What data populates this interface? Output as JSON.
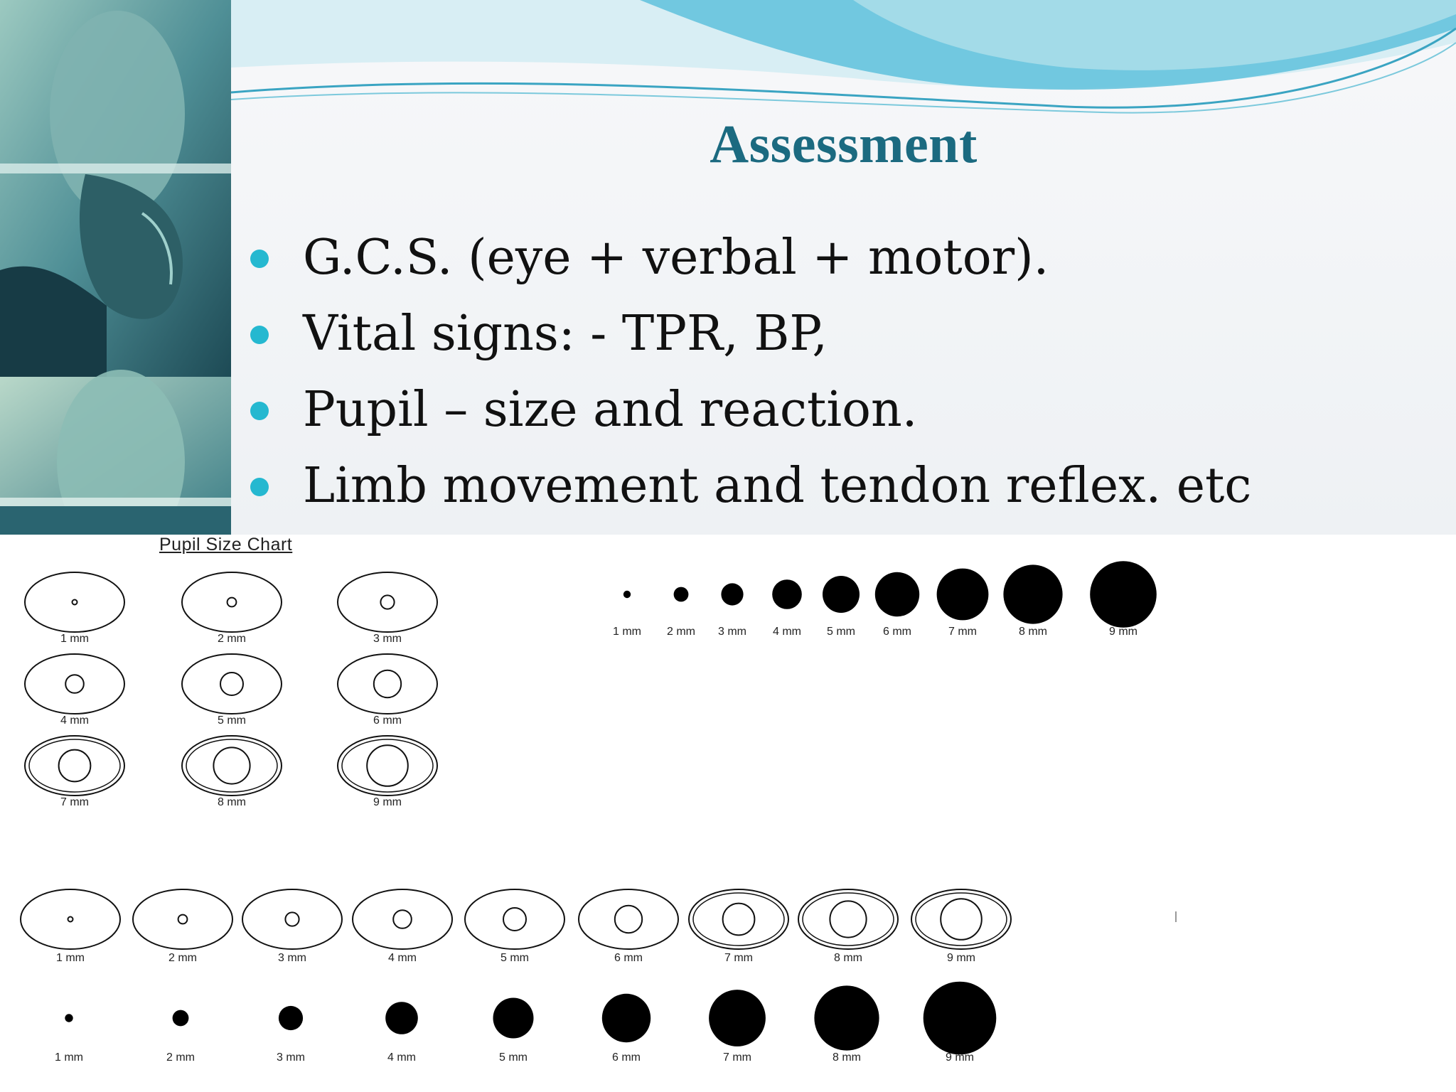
{
  "slide": {
    "title": "Assessment",
    "bullets": [
      "G.C.S. (eye + verbal + motor).",
      "Vital signs: - TPR, BP,",
      "Pupil – size and reaction.",
      "Limb movement and tendon reflex. etc"
    ],
    "colors": {
      "title": "#1b6a80",
      "bullet_dot": "#25b8d0",
      "wave": "#5fc1dc"
    }
  },
  "pupil_chart": {
    "title": "Pupil Size Chart",
    "sizes_mm": [
      1,
      2,
      3,
      4,
      5,
      6,
      7,
      8,
      9
    ],
    "labels": [
      "1 mm",
      "2 mm",
      "3 mm",
      "4 mm",
      "5 mm",
      "6 mm",
      "7 mm",
      "8 mm",
      "9 mm"
    ]
  }
}
